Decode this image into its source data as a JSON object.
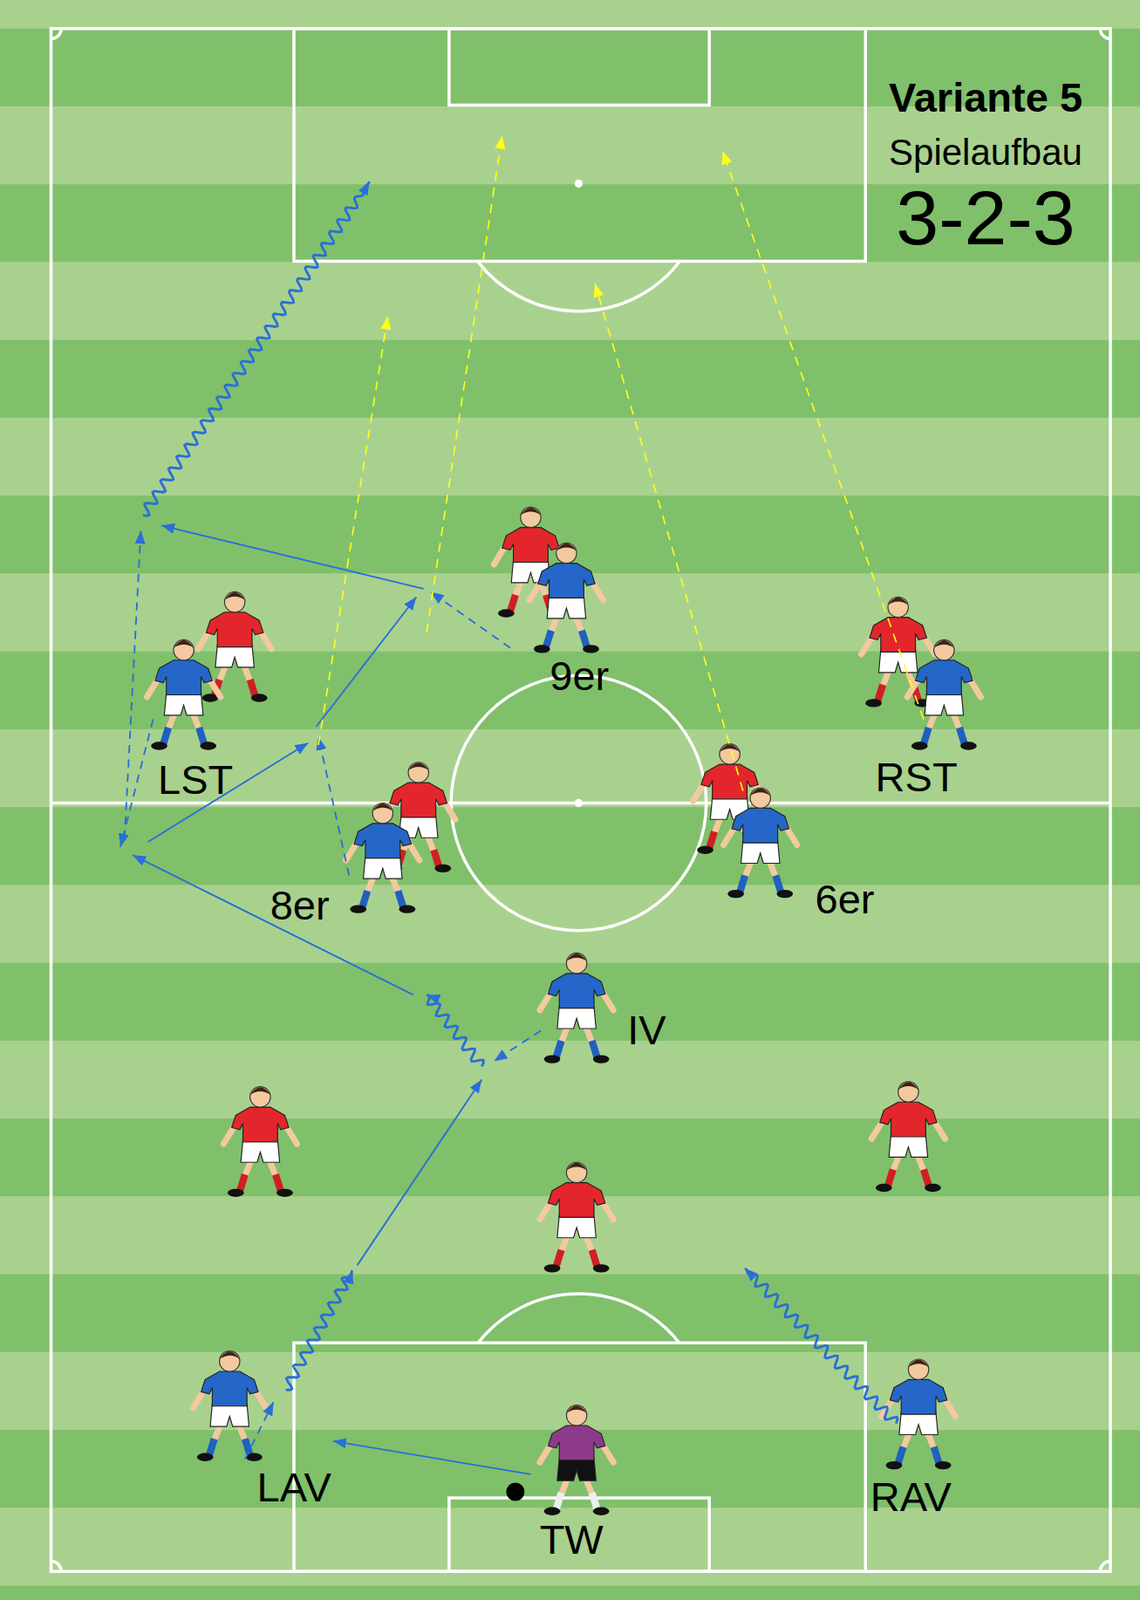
{
  "diagram": {
    "title": "Variante 5",
    "nodes": [
      {
        "text": [
          "9er"
        ]
      },
      {
        "text": [
          "LST"
        ]
      },
      {
        "text": [
          "RST"
        ]
      },
      {
        "text": [
          "8er"
        ]
      },
      {
        "text": [
          "6er"
        ]
      },
      {
        "text": [
          "IV"
        ]
      },
      {
        "text": [
          "LAV"
        ]
      },
      {
        "text": [
          "RAV"
        ]
      },
      {
        "text": [
          "TW"
        ]
      }
    ],
    "edges": [
      {
        "from": 8,
        "to": 6,
        "arrow": "to"
      }
    ],
    "labels": [
      "Spielaufbau",
      "3-2-3"
    ]
  }
}
